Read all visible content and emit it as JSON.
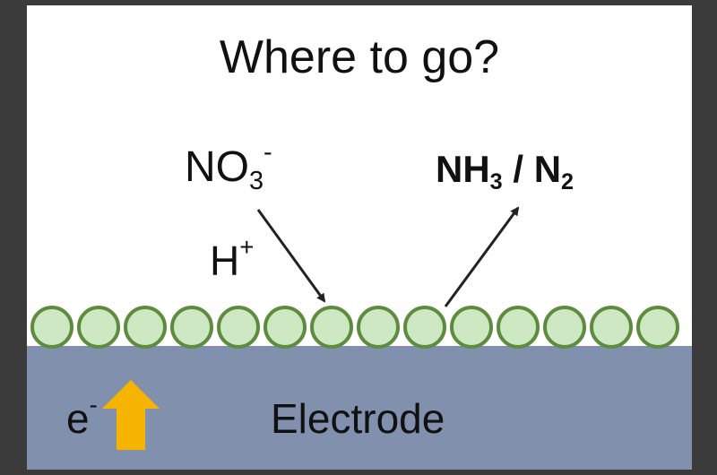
{
  "title": "Where to go?",
  "reactant": {
    "base": "NO",
    "sub": "3",
    "sup": "-"
  },
  "proton": {
    "base": "H",
    "sup": "+"
  },
  "product": {
    "a": "NH",
    "a_sub": "3",
    "sep": " / N",
    "b_sub": "2"
  },
  "electrode": {
    "label": "Electrode",
    "electron_base": "e",
    "electron_sup": "-"
  },
  "colors": {
    "electrode": "#8090ad",
    "particle_fill": "#cfe8c4",
    "particle_stroke": "#5e8c3e",
    "electron_arrow": "#f6b300",
    "arrows": "#222222"
  },
  "icons": [
    "arrow-in-icon",
    "arrow-out-icon",
    "electron-up-arrow-icon",
    "catalyst-particle-icon"
  ],
  "catalyst_particle_count": 14
}
